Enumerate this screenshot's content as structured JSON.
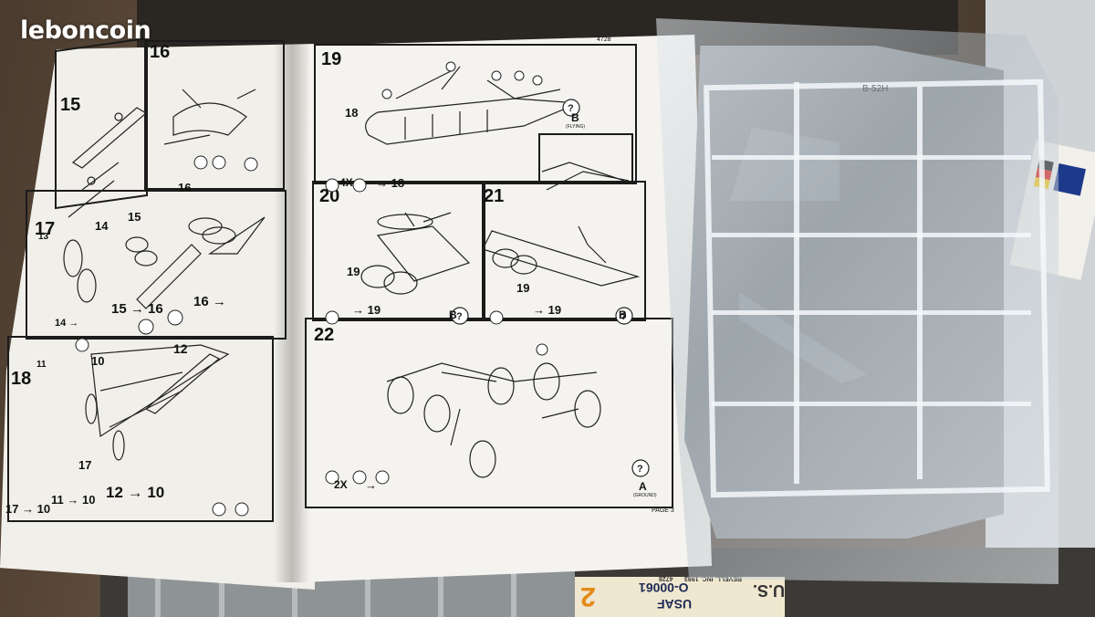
{
  "watermark": {
    "text": "leboncoin"
  },
  "instructions": {
    "page_number": "4728",
    "page_label": "PAGE 3",
    "left_steps": [
      {
        "num": "15"
      },
      {
        "num": "16"
      },
      {
        "num": "17"
      },
      {
        "num": "18"
      }
    ],
    "right_steps": [
      {
        "num": "19"
      },
      {
        "num": "20"
      },
      {
        "num": "21"
      },
      {
        "num": "22"
      }
    ],
    "callouts": {
      "c18": "18",
      "c19a": "19",
      "c19b": "19",
      "c16": "16",
      "c15": "15",
      "c14": "14",
      "c12": "12",
      "c10": "10",
      "c17": "17",
      "c11": "11",
      "c13": "13"
    },
    "footers": {
      "f16": "15 → 16",
      "f16b": "16 →",
      "f17": "14 →",
      "f18": "17 → 10",
      "f18b": "11 → 10",
      "f18c": "12 → 10",
      "f19": "4X",
      "f19b": "→ 18",
      "f20": "→ 19",
      "f21": "→ 19",
      "f22a": "2X",
      "f22b": "→"
    },
    "options": {
      "b_flying_1": "B",
      "b_flying_2": "B",
      "b_flying_3": "B",
      "a_ground": "A",
      "flying": "(FLYING)",
      "ground": "(GROUND)"
    }
  },
  "decals": {
    "usaf": "USAF",
    "serial": "O-00061",
    "revell": "REVELL, INC. 1983",
    "kit": "4728",
    "us": "U.S."
  },
  "sprue": {
    "label": "B-52H"
  }
}
